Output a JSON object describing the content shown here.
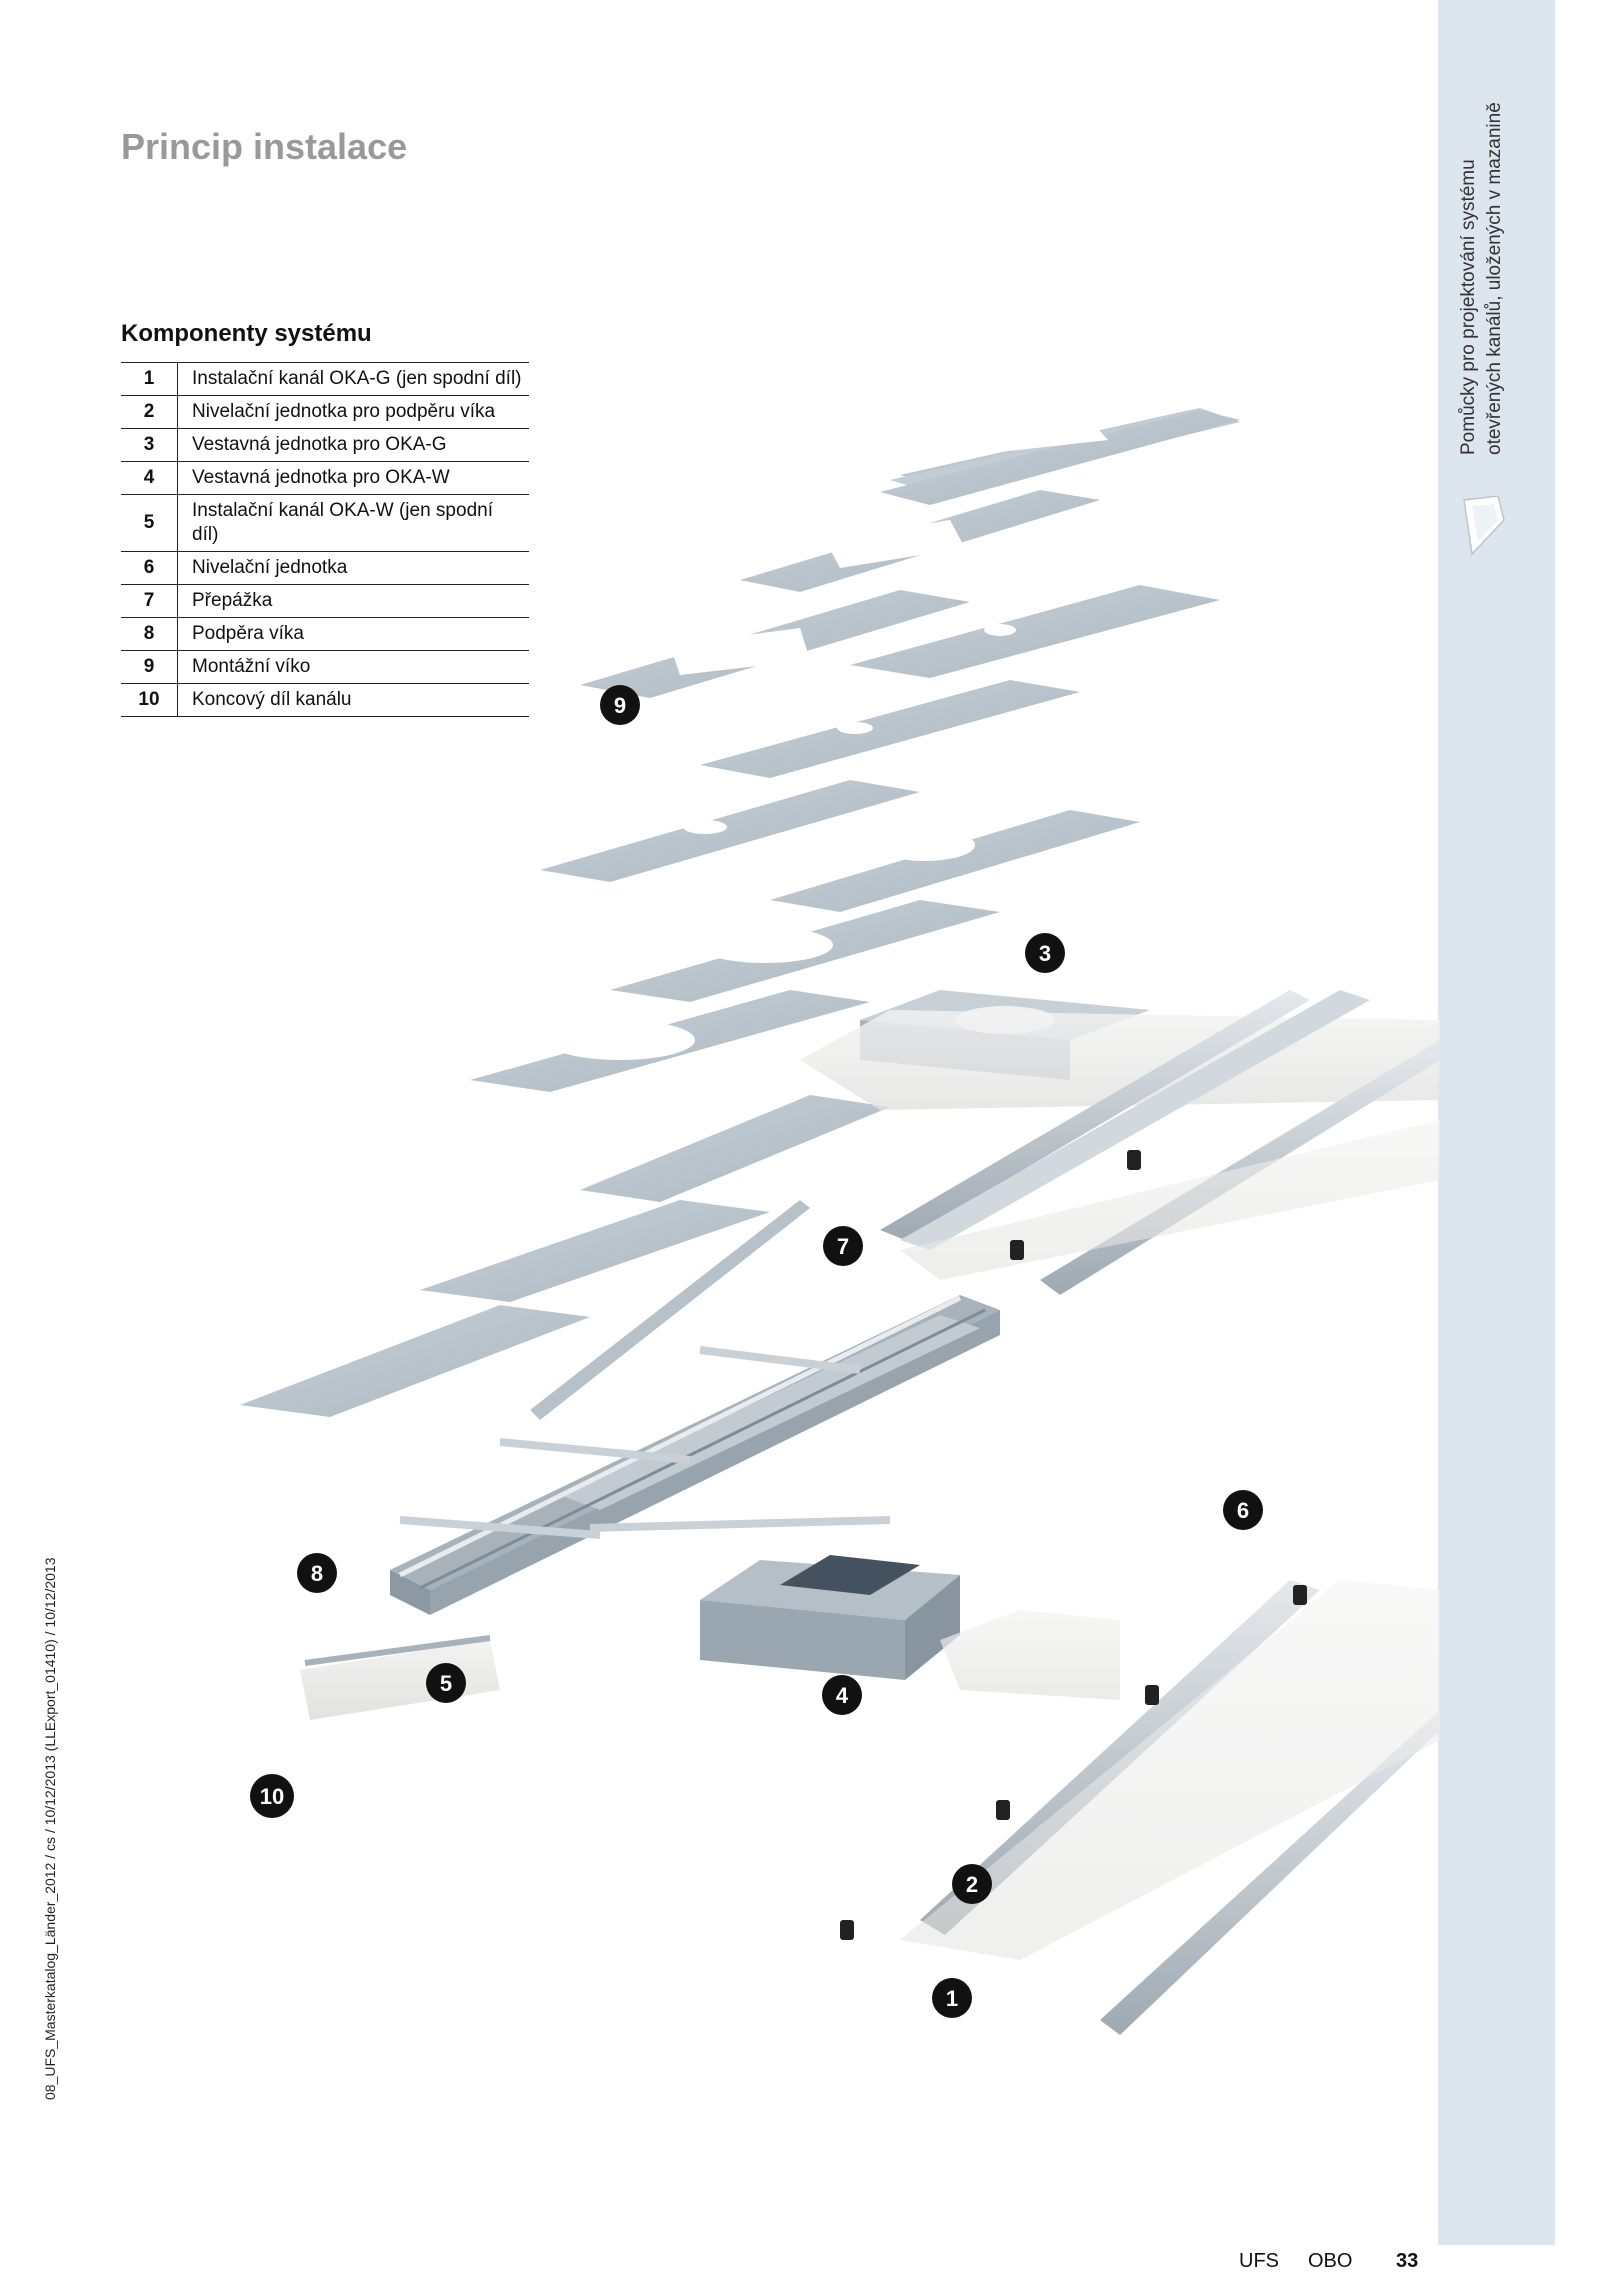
{
  "page_title": "Princip instalace",
  "section_title": "Komponenty systému",
  "components": [
    {
      "num": "1",
      "desc": "Instalační kanál OKA-G (jen spodní díl)"
    },
    {
      "num": "2",
      "desc": "Nivelační jednotka pro podpěru víka"
    },
    {
      "num": "3",
      "desc": "Vestavná jednotka pro OKA-G"
    },
    {
      "num": "4",
      "desc": "Vestavná jednotka pro OKA-W"
    },
    {
      "num": "5",
      "desc": "Instalační kanál OKA-W (jen spodní díl)"
    },
    {
      "num": "6",
      "desc": "Nivelační jednotka"
    },
    {
      "num": "7",
      "desc": "Přepážka"
    },
    {
      "num": "8",
      "desc": "Podpěra víka"
    },
    {
      "num": "9",
      "desc": "Montážní víko"
    },
    {
      "num": "10",
      "desc": "Koncový díl kanálu"
    }
  ],
  "sidebar_text": "Pomůcky pro projektování systému otevřených kanálů, uložených v mazanině",
  "margin_text": "08_UFS_Masterkatalog_Länder_2012 / cs / 10/12/2013 (LLExport_01410) / 10/12/2013",
  "footer": {
    "ufs": "UFS",
    "obo": "OBO",
    "page": "33"
  },
  "badges": {
    "b1": "1",
    "b2": "2",
    "b3": "3",
    "b4": "4",
    "b5": "5",
    "b6": "6",
    "b7": "7",
    "b8": "8",
    "b9": "9",
    "b10": "10"
  }
}
